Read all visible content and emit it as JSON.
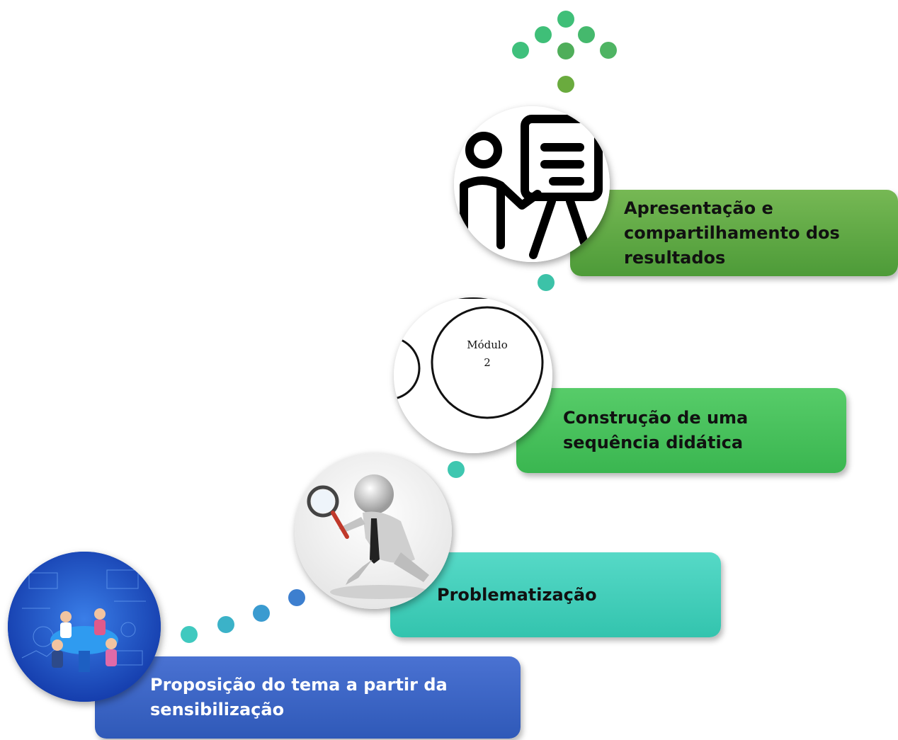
{
  "steps": [
    {
      "label": "Proposição do tema a partir da sensibilização",
      "lines": [
        "Proposição do tema a partir da",
        "sensibilização"
      ],
      "color": "#3a62c4",
      "icon": "team-meeting-icon"
    },
    {
      "label": "Problematização",
      "lines": [
        "Problematização"
      ],
      "color": "#44cdb8",
      "icon": "magnifier-figure-icon"
    },
    {
      "label": "Construção de uma sequência didática",
      "lines": [
        "Construção de uma",
        "sequência didática"
      ],
      "color": "#47bf5a",
      "icon": "module-diagram-icon"
    },
    {
      "label": "Apresentação e compartilhamento dos resultados",
      "lines": [
        "Apresentação e",
        "compartilhamento dos",
        "resultados"
      ],
      "color": "#5fa845",
      "icon": "presenter-board-icon"
    }
  ],
  "module_diagram": {
    "title": "Módulo",
    "number": "2"
  },
  "connector_colors": {
    "teal": "#3fc7bd",
    "blue": "#3d7fcf",
    "green": "#3fb86a",
    "olive": "#6aab3e"
  }
}
